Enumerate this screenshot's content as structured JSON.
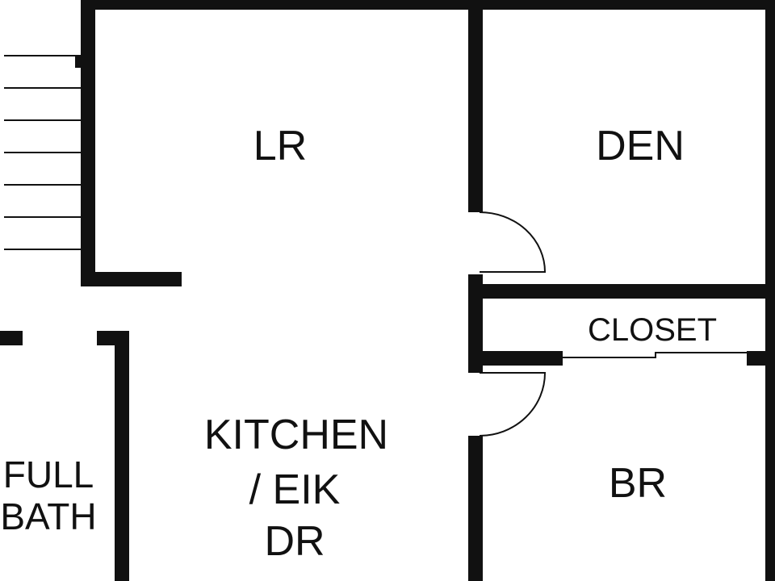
{
  "rooms": {
    "lr": "LR",
    "den": "DEN",
    "closet": "CLOSET",
    "br": "BR",
    "kitchen": [
      "KITCHEN",
      "/ EIK",
      "DR"
    ],
    "bath": [
      "FULL",
      "BATH"
    ]
  },
  "colors": {
    "wall": "#111111",
    "background": "#ffffff"
  }
}
